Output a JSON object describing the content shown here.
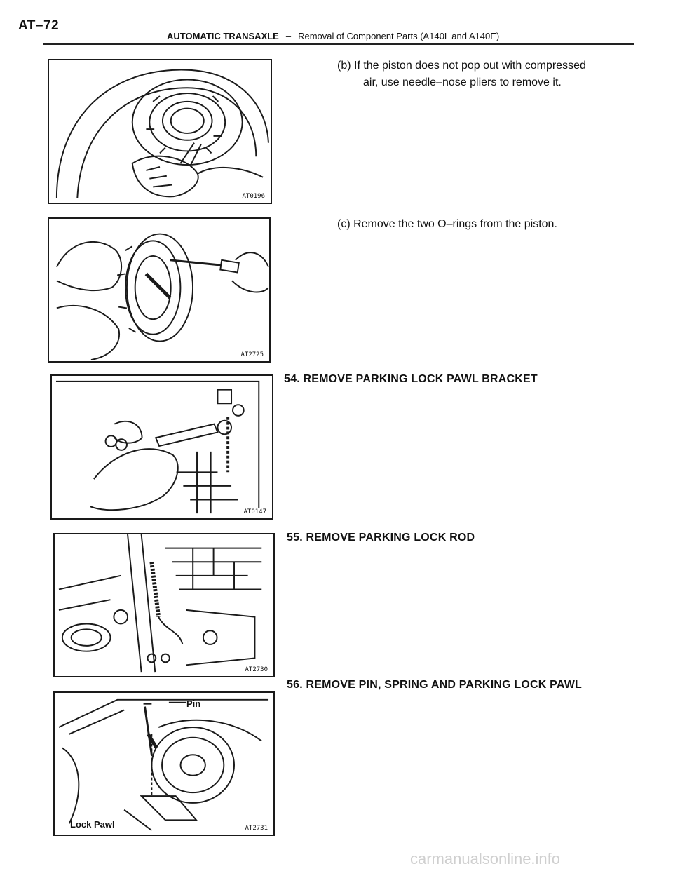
{
  "header": {
    "page_number": "AT–72",
    "section": "AUTOMATIC TRANSAXLE",
    "separator": "–",
    "subsection": "Removal of Component Parts (A140L and A140E)"
  },
  "steps": {
    "b_line1": "(b) If the piston does not pop out with compressed",
    "b_line2": "air, use needle–nose pliers to remove it.",
    "c_text": "(c) Remove the two O–rings from the piston.",
    "s54": "54. REMOVE PARKING LOCK PAWL BRACKET",
    "s55": "55. REMOVE PARKING LOCK ROD",
    "s56": "56. REMOVE PIN, SPRING AND PARKING LOCK PAWL"
  },
  "figures": {
    "f1_code": "AT0196",
    "f2_code": "AT2725",
    "f3_code": "AT0147",
    "f4_code": "AT2730",
    "f5_code": "AT2731",
    "f5_callout_pin": "Pin",
    "f5_callout_pawl": "Lock Pawl"
  },
  "watermark": "carmanualsonline.info"
}
